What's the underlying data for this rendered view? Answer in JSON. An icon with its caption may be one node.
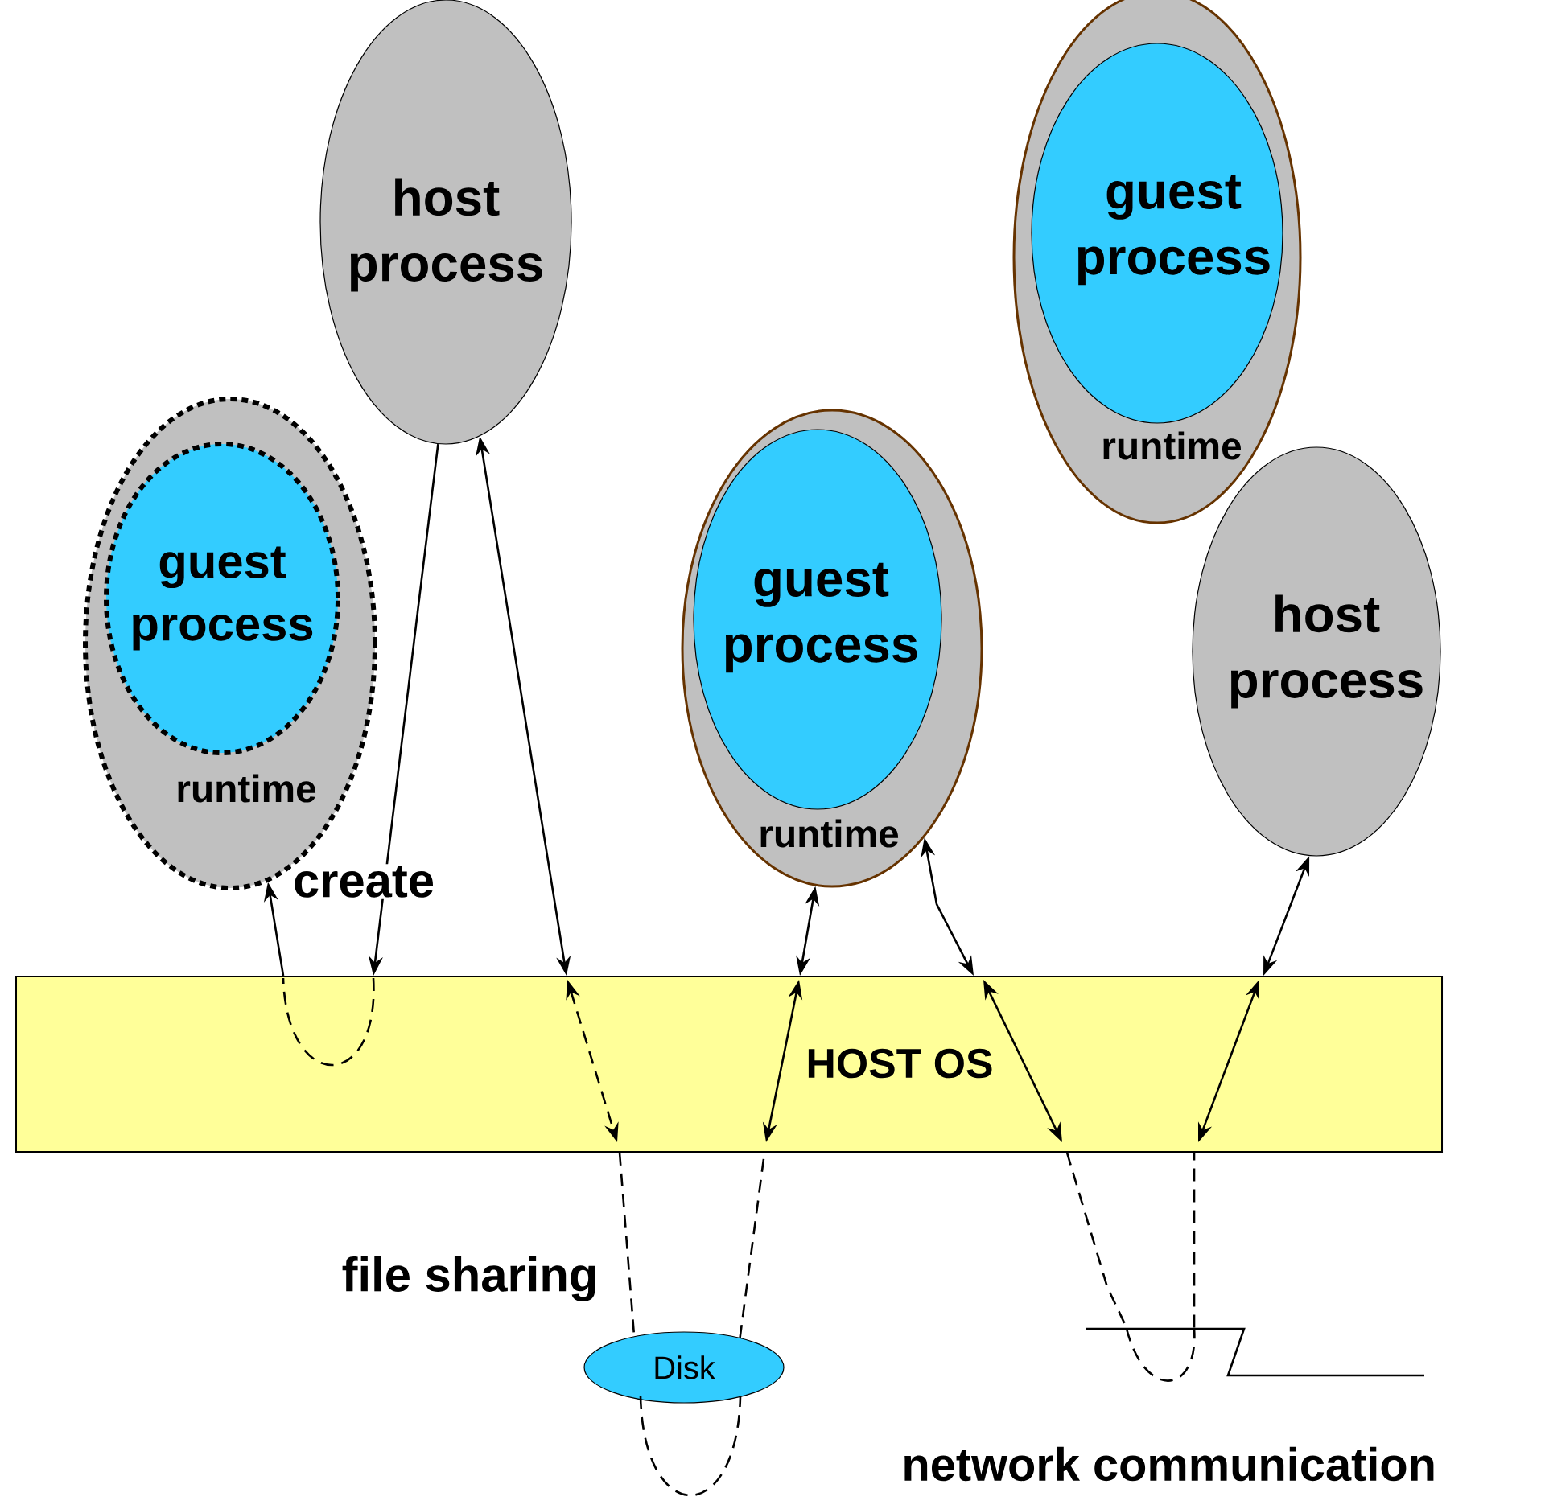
{
  "diagram": {
    "nodes": [
      {
        "text": [
          "host process"
        ]
      },
      {
        "text": [
          "runtime"
        ]
      },
      {
        "text": [
          "guest process"
        ],
        "in": 1
      },
      {
        "text": [
          "runtime"
        ]
      },
      {
        "text": [
          "guest process"
        ],
        "in": 3
      },
      {
        "text": [
          "runtime"
        ]
      },
      {
        "text": [
          "guest process"
        ],
        "in": 5
      },
      {
        "text": [
          "host process"
        ]
      },
      {
        "text": [
          "HOST OS"
        ]
      },
      {
        "text": [
          "Disk"
        ]
      },
      {
        "text": [],
        "shape": "line",
        "beside": [
          "network communication"
        ]
      }
    ],
    "edges": [
      {
        "from": 0,
        "to": 8,
        "arrow": "to"
      },
      {
        "from": 8,
        "to": 1,
        "arrow": "to",
        "label": "create"
      },
      {
        "from": 0,
        "to": 8,
        "arrow": "both"
      },
      {
        "from": 8,
        "to": 9,
        "arrow": "none",
        "style": "dashed"
      },
      {
        "from": 9,
        "to": 8,
        "arrow": "none",
        "style": "dashed"
      },
      {
        "from": 3,
        "to": 8,
        "arrow": "both"
      },
      {
        "from": 3,
        "to": 8,
        "arrow": "both"
      },
      {
        "from": 8,
        "to": 10,
        "arrow": "none",
        "style": "dashed"
      },
      {
        "from": 10,
        "to": 8,
        "arrow": "none",
        "style": "dashed"
      },
      {
        "from": 7,
        "to": 8,
        "arrow": "both"
      }
    ],
    "labels": [
      "file sharing"
    ]
  }
}
